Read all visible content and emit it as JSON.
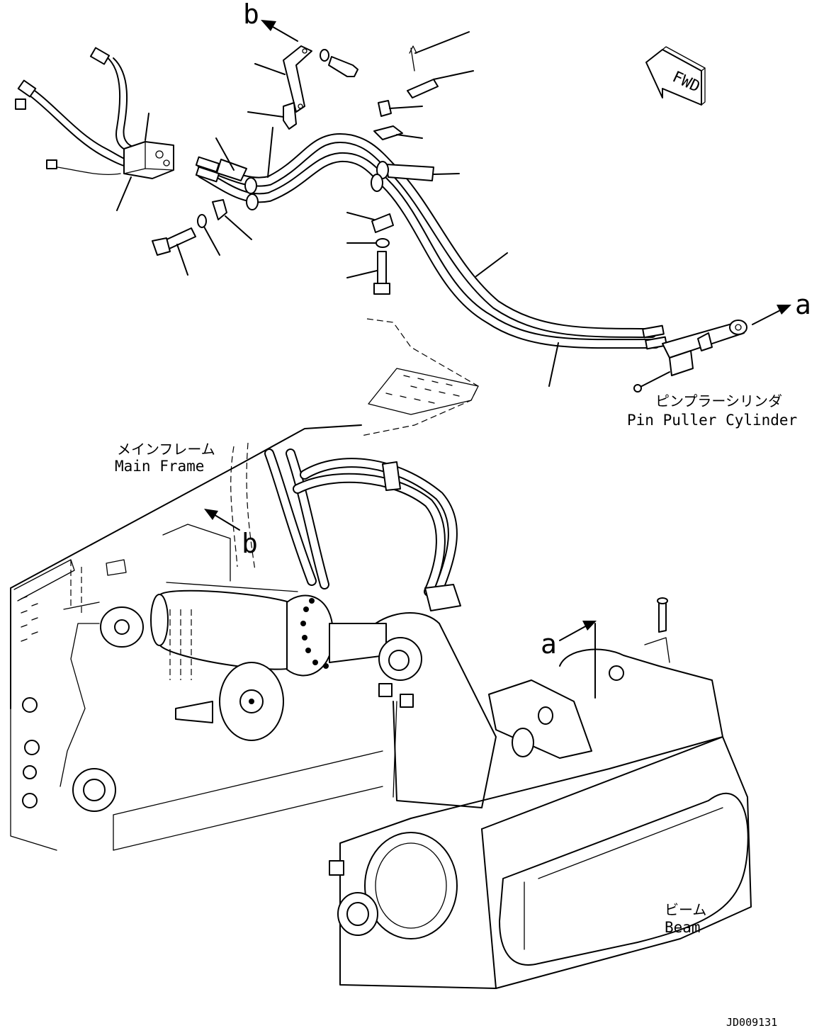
{
  "labels": {
    "b_top": "b",
    "b_frame": "b",
    "a_right": "a",
    "a_beam": "a",
    "fwd": "FWD",
    "pin_puller_jp": "ピンプラーシリンダ",
    "pin_puller_en": "Pin Puller Cylinder",
    "main_frame_jp": "メインフレーム",
    "main_frame_en": "Main Frame",
    "beam_jp": "ビーム",
    "beam_en": "Beam",
    "drawing_id": "JD009131"
  }
}
